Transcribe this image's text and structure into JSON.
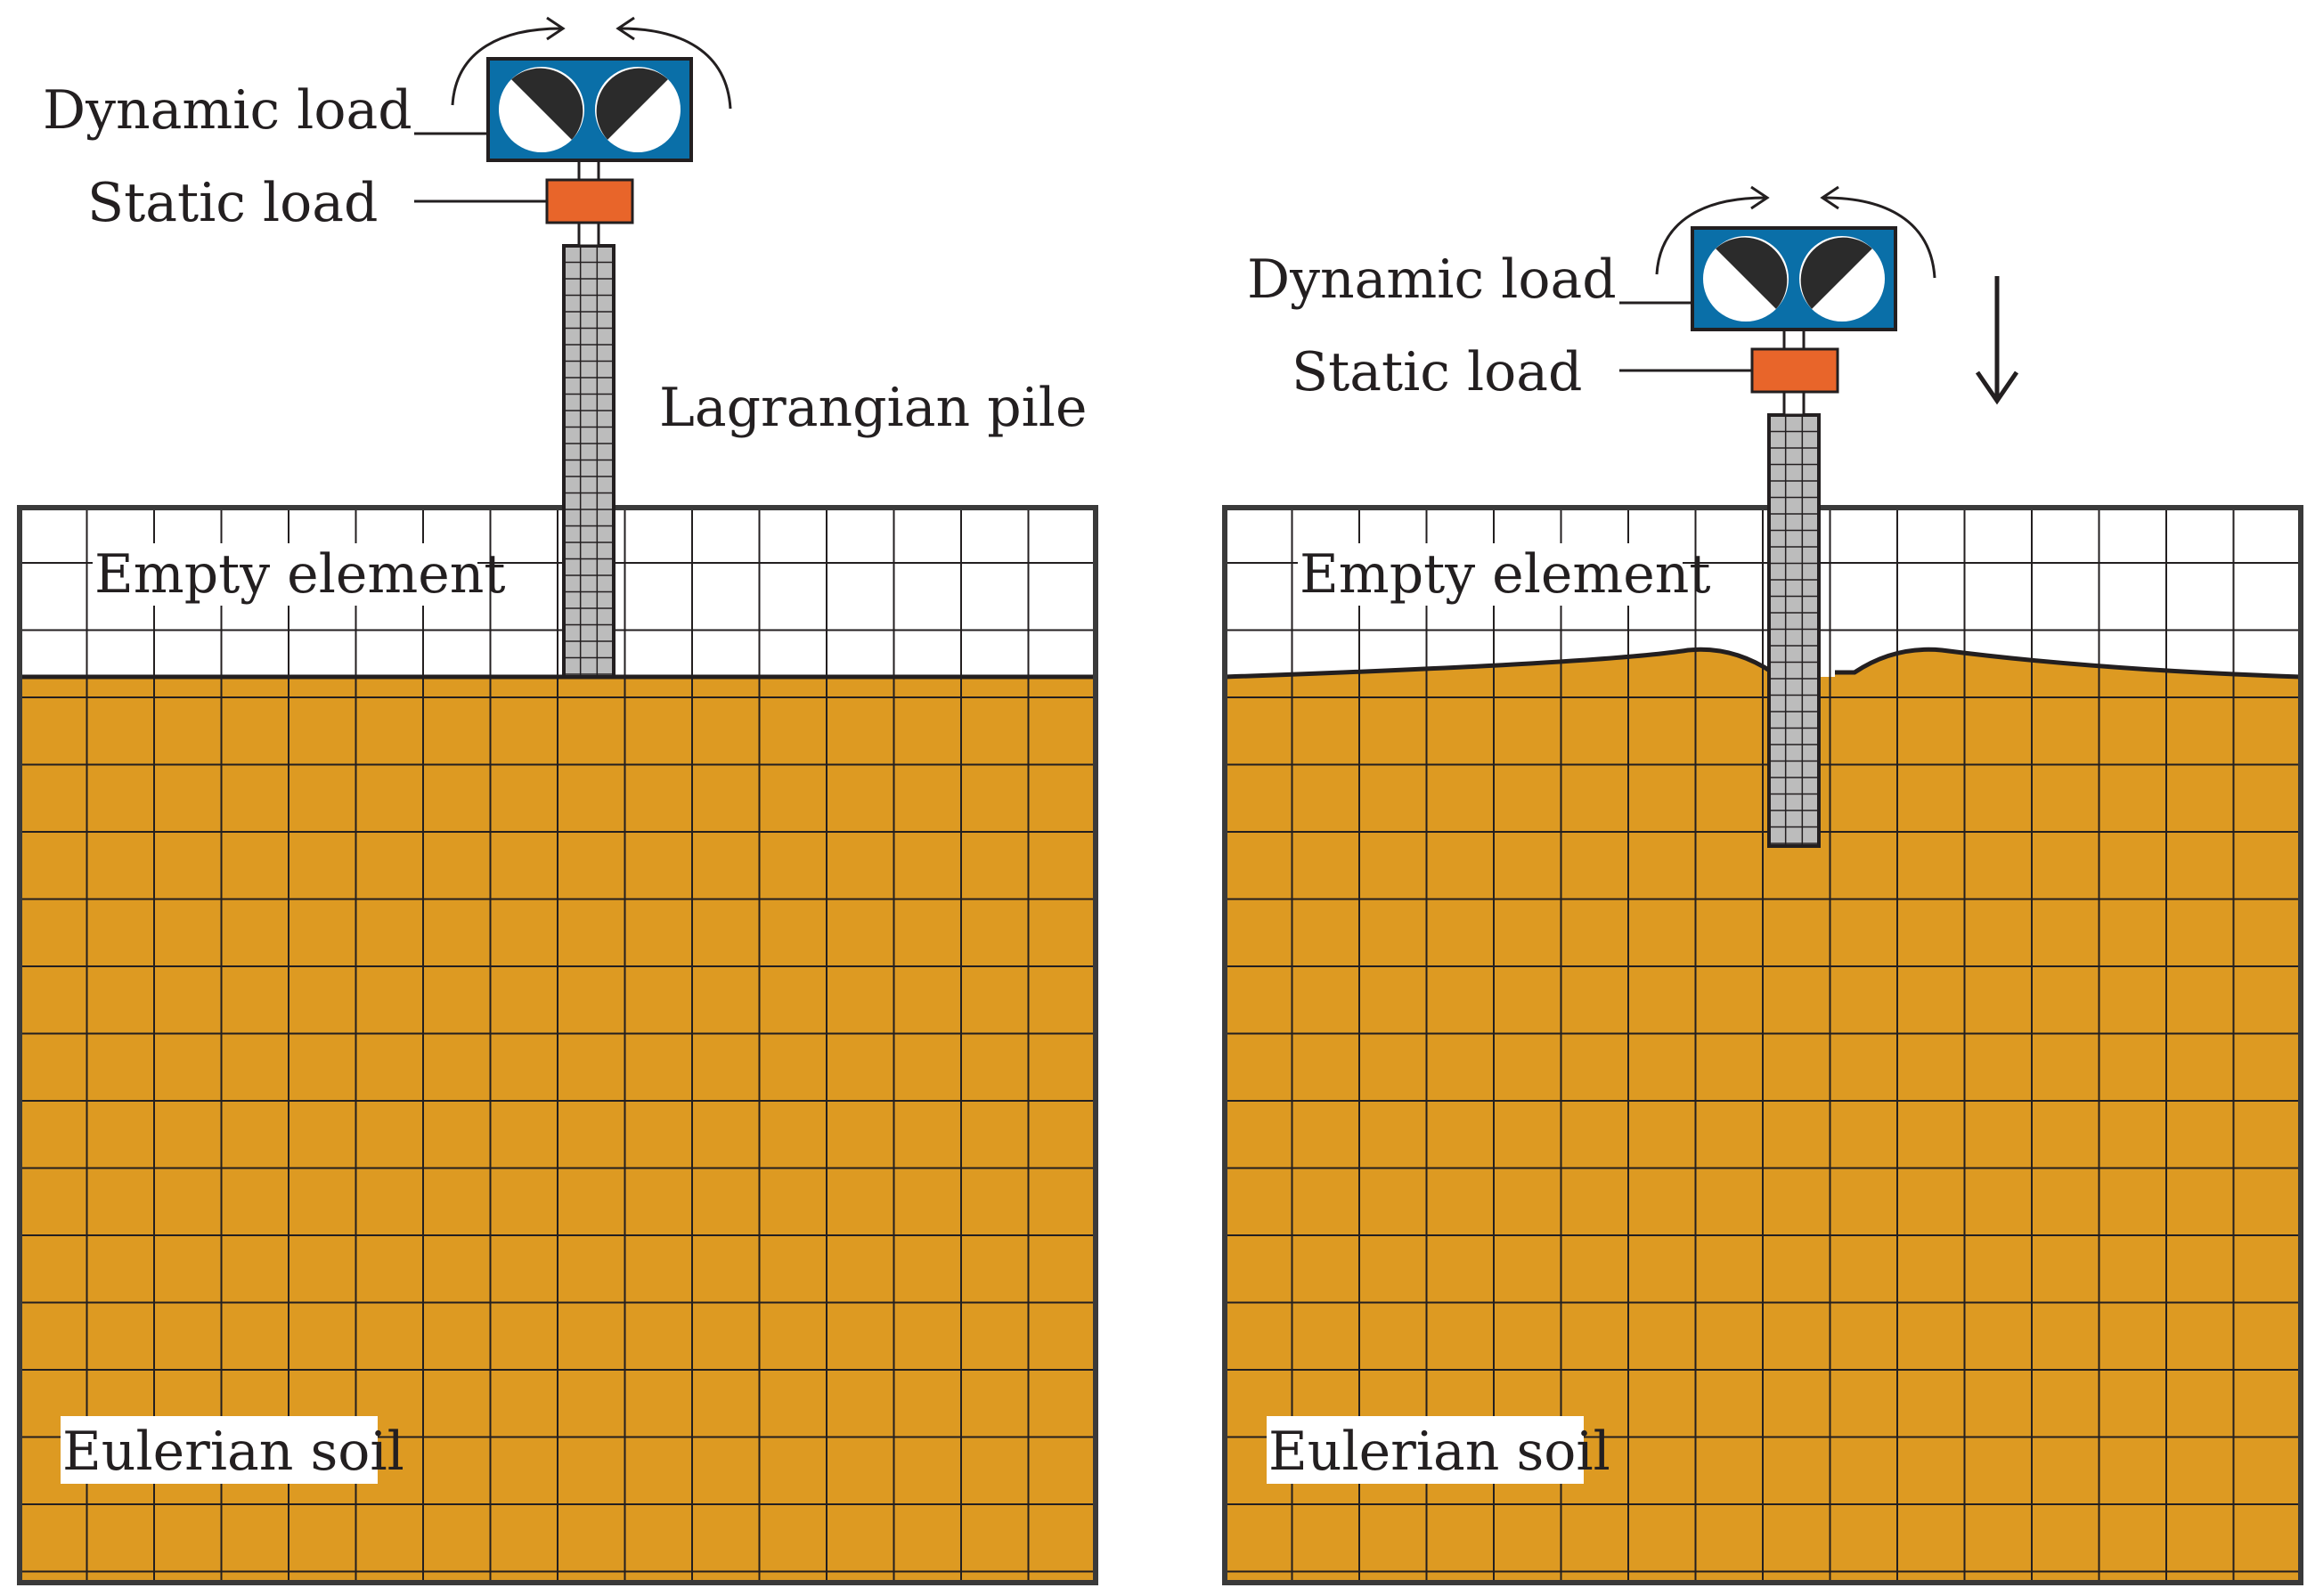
{
  "colors": {
    "soil": "#dd9a22",
    "empty": "#ffffff",
    "grid": "#231f20",
    "pile": "#bcbcbc",
    "vibrator": "#0a6fa8",
    "static_load": "#e8652a",
    "text": "#231f20"
  },
  "panels": [
    {
      "dynamic_load": "Dynamic load",
      "static_load": "Static load",
      "pile": "Lagrangian pile",
      "empty": "Empty element",
      "soil": "Eulerian soil"
    },
    {
      "dynamic_load": "Dynamic load",
      "static_load": "Static load",
      "empty": "Empty element",
      "soil": "Eulerian soil",
      "arrow_icon": "down-arrow-icon"
    }
  ]
}
